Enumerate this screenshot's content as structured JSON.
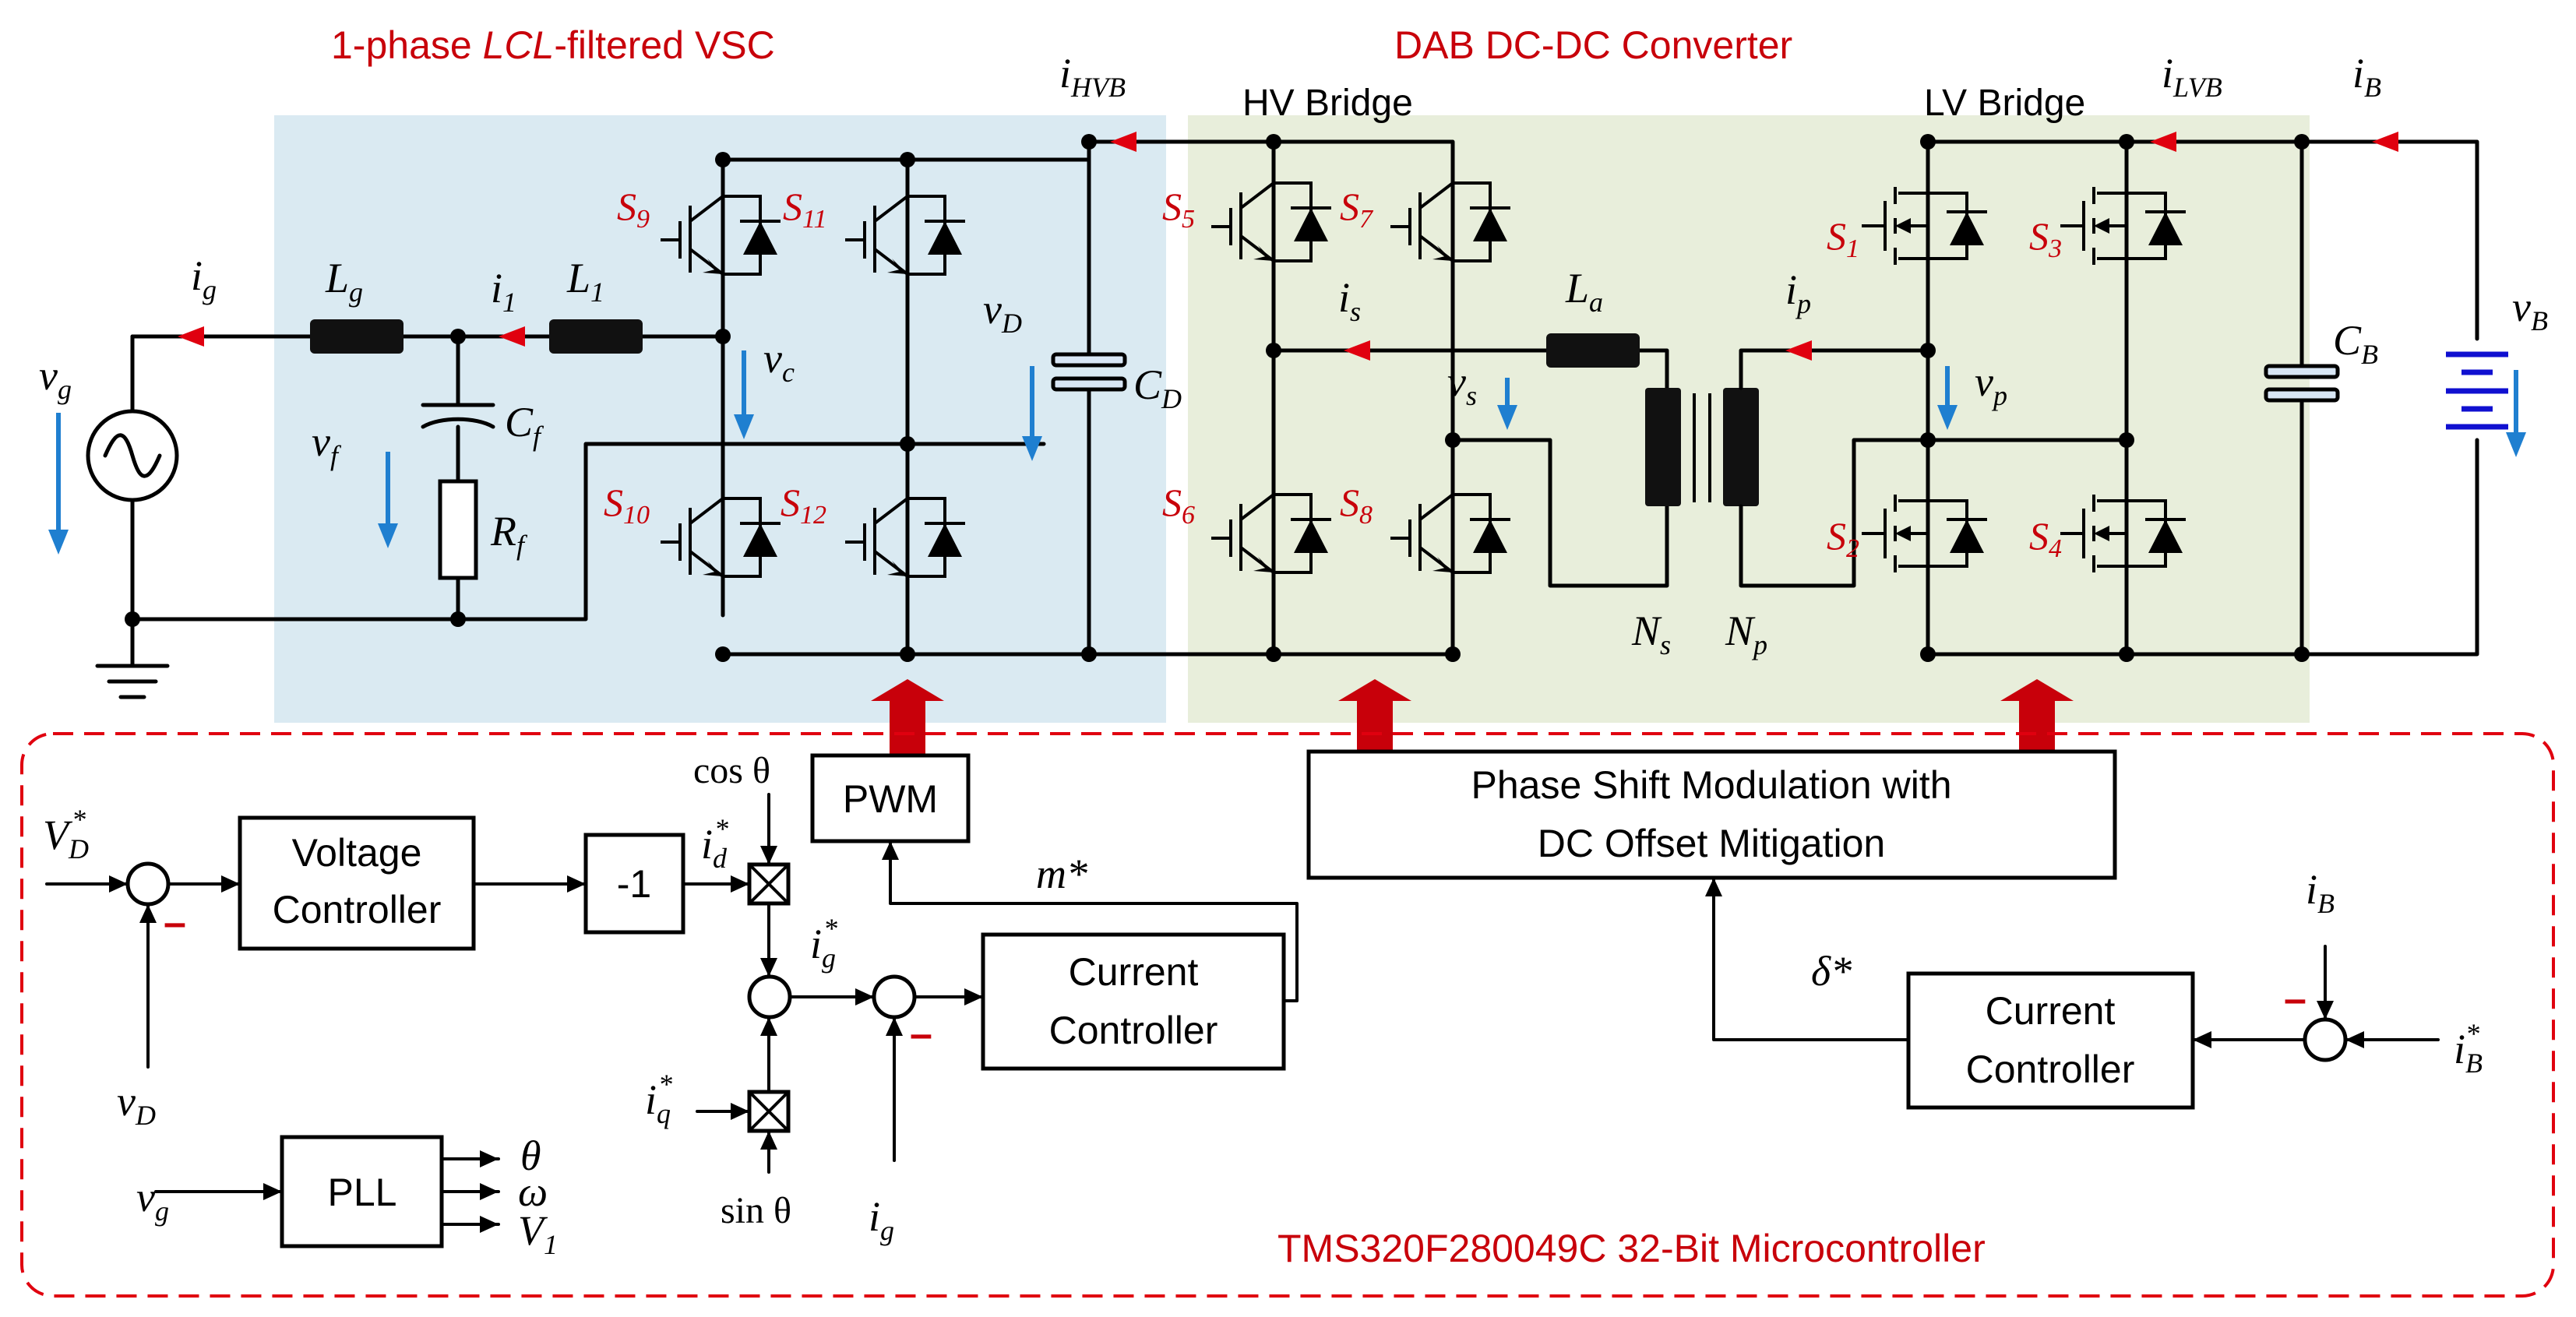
{
  "titles": {
    "vsc": "1-phase ",
    "vsc_italic": "LCL",
    "vsc_tail": "-filtered VSC",
    "dab": "DAB DC-DC Converter",
    "hv_bridge": "HV Bridge",
    "lv_bridge": "LV Bridge",
    "mcu": "TMS320F280049C 32-Bit Microcontroller"
  },
  "symbols": {
    "ig": "i",
    "ig_sub": "g",
    "vg": "v",
    "vg_sub": "g",
    "Lg": "L",
    "Lg_sub": "g",
    "i1": "i",
    "i1_sub": "1",
    "L1": "L",
    "L1_sub": "1",
    "vc": "v",
    "vc_sub": "c",
    "vf": "v",
    "vf_sub": "f",
    "Cf": "C",
    "Cf_sub": "f",
    "Rf": "R",
    "Rf_sub": "f",
    "iHVB": "i",
    "iHVB_sub": "HVB",
    "vD": "v",
    "vD_sub": "D",
    "CD": "C",
    "CD_sub": "D",
    "is": "i",
    "is_sub": "s",
    "La": "L",
    "La_sub": "a",
    "vs": "v",
    "vs_sub": "s",
    "ip": "i",
    "ip_sub": "p",
    "vp": "v",
    "vp_sub": "p",
    "Ns": "N",
    "Ns_sub": "s",
    "Np": "N",
    "Np_sub": "p",
    "iLVB": "i",
    "iLVB_sub": "LVB",
    "iB": "i",
    "iB_sub": "B",
    "CB": "C",
    "CB_sub": "B",
    "vB": "v",
    "vB_sub": "B"
  },
  "switches": {
    "S9": "S",
    "S9_sub": "9",
    "S11": "S",
    "S11_sub": "11",
    "S10": "S",
    "S10_sub": "10",
    "S12": "S",
    "S12_sub": "12",
    "S5": "S",
    "S5_sub": "5",
    "S7": "S",
    "S7_sub": "7",
    "S6": "S",
    "S6_sub": "6",
    "S8": "S",
    "S8_sub": "8",
    "S1": "S",
    "S1_sub": "1",
    "S3": "S",
    "S3_sub": "3",
    "S2": "S",
    "S2_sub": "2",
    "S4": "S",
    "S4_sub": "4"
  },
  "blocks": {
    "voltage_controller_1": "Voltage",
    "voltage_controller_2": "Controller",
    "gain": "-1",
    "pwm": "PWM",
    "current_controller_1": "Current",
    "current_controller_2": "Controller",
    "psm_1": "Phase Shift Modulation with",
    "psm_2": "DC Offset Mitigation",
    "current_controller_b_1": "Current",
    "current_controller_b_2": "Controller",
    "pll": "PLL"
  },
  "signals": {
    "vd_ref": "V",
    "vd_ref_sub": "D",
    "vd_ref_sup": "*",
    "vd_fb": "v",
    "vd_fb_sub": "D",
    "cos": "cos θ",
    "sin": "sin θ",
    "id_ref": "i",
    "id_ref_sub": "d",
    "id_ref_sup": "*",
    "iq_ref": "i",
    "iq_ref_sub": "q",
    "iq_ref_sup": "*",
    "ig_ref": "i",
    "ig_ref_sub": "g",
    "ig_ref_sup": "*",
    "ig_fb": "i",
    "ig_fb_sub": "g",
    "m_ref": "m*",
    "delta_ref": "δ*",
    "ib_fb": "i",
    "ib_fb_sub": "B",
    "ib_ref": "i",
    "ib_ref_sub": "B",
    "ib_ref_sup": "*",
    "pll_in": "v",
    "pll_in_sub": "g",
    "theta": "θ",
    "omega": "ω",
    "v1": "V",
    "v1_sub": "1",
    "minus": "–"
  },
  "colors": {
    "vsc_region": "#daeaf2",
    "dab_region": "#e8eedb",
    "title_red": "#c8000a",
    "current_arrow": "#e0000f",
    "voltage_arrow": "#1f7fd0",
    "capacitor_fill": "#d8e6f5",
    "battery": "#1010d0",
    "mcu_border": "#e0000f",
    "gate_arrow": "#c8000a"
  }
}
